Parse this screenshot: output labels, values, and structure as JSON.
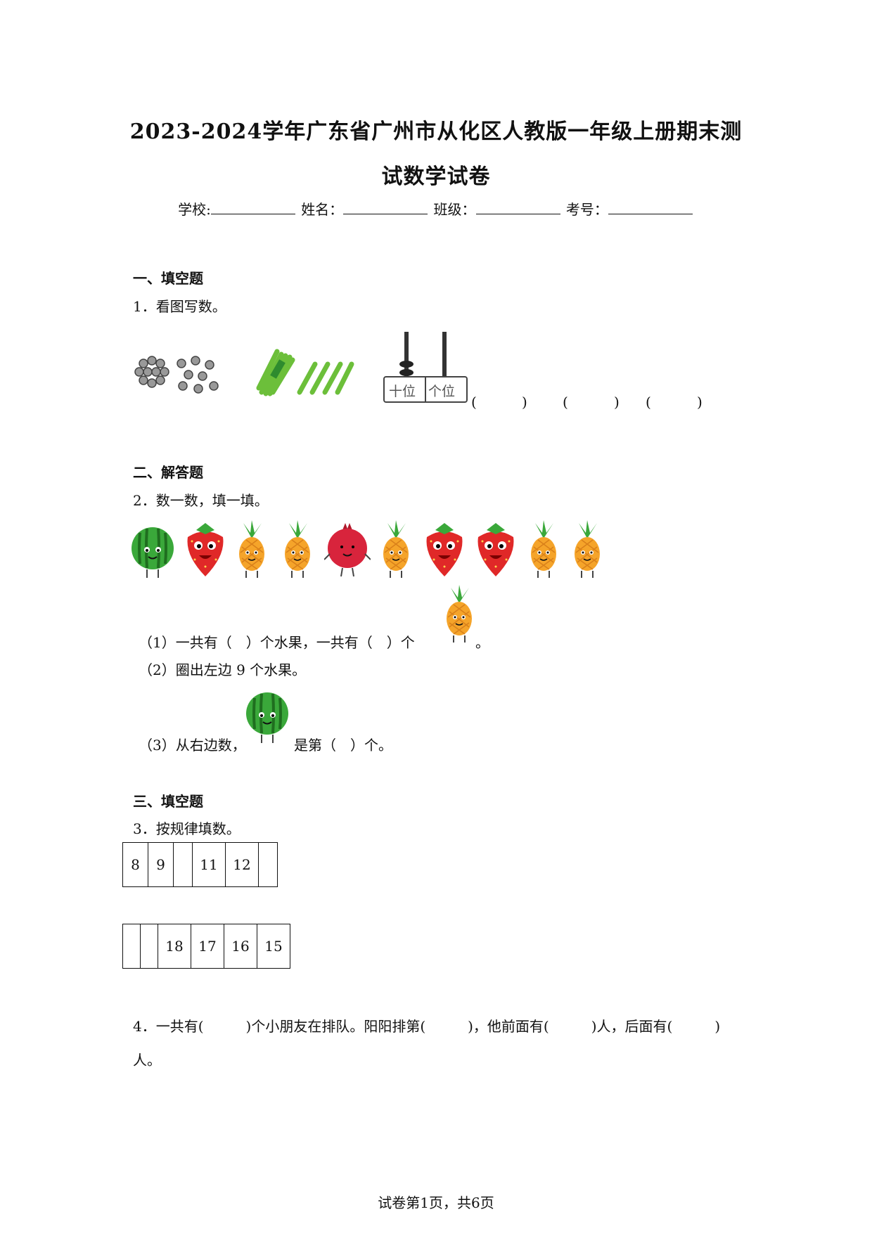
{
  "title": {
    "line1": "2023-2024学年广东省广州市从化区人教版一年级上册期末测",
    "line2": "试数学试卷"
  },
  "info": {
    "school": "学校:",
    "name": "姓名：",
    "class": "班级：",
    "exam_no": "考号："
  },
  "sections": {
    "s1": "一、填空题",
    "s2": "二、解答题",
    "s3": "三、填空题"
  },
  "q1": {
    "text": "1．看图写数。",
    "abacus_tens": "十位",
    "abacus_ones": "个位",
    "blanks": [
      "(",
      ")",
      "(",
      ")",
      "(",
      ")"
    ]
  },
  "q2": {
    "text": "2．数一数，填一填。",
    "sub1_a": "（1）一共有（　）个水果，一共有（　）个",
    "sub1_end": "。",
    "sub2": "（2）圈出左边 9 个水果。",
    "sub3_a": "（3）从右边数，",
    "sub3_b": "是第（　）个。"
  },
  "q3": {
    "text": "3．按规律填数。",
    "row1": [
      "8",
      "9",
      "",
      "11",
      "12",
      ""
    ],
    "row2": [
      "",
      "",
      "18",
      "17",
      "16",
      "15"
    ]
  },
  "q4": {
    "line1": "4．一共有(　　　)个小朋友在排队。阳阳排第(　　　)，他前面有(　　　)人，后面有(　　　)",
    "line2": "人。"
  },
  "footer": "试卷第1页，共6页",
  "colors": {
    "watermelon": "#3aa83a",
    "strawberry": "#e02828",
    "pineapple": "#f5a42a",
    "pomegranate": "#d8243c",
    "stick": "#6cbf3a"
  },
  "fruit_row": [
    "watermelon",
    "strawberry",
    "pineapple",
    "pineapple",
    "pomegranate",
    "pineapple",
    "strawberry",
    "strawberry",
    "pineapple",
    "pineapple"
  ]
}
